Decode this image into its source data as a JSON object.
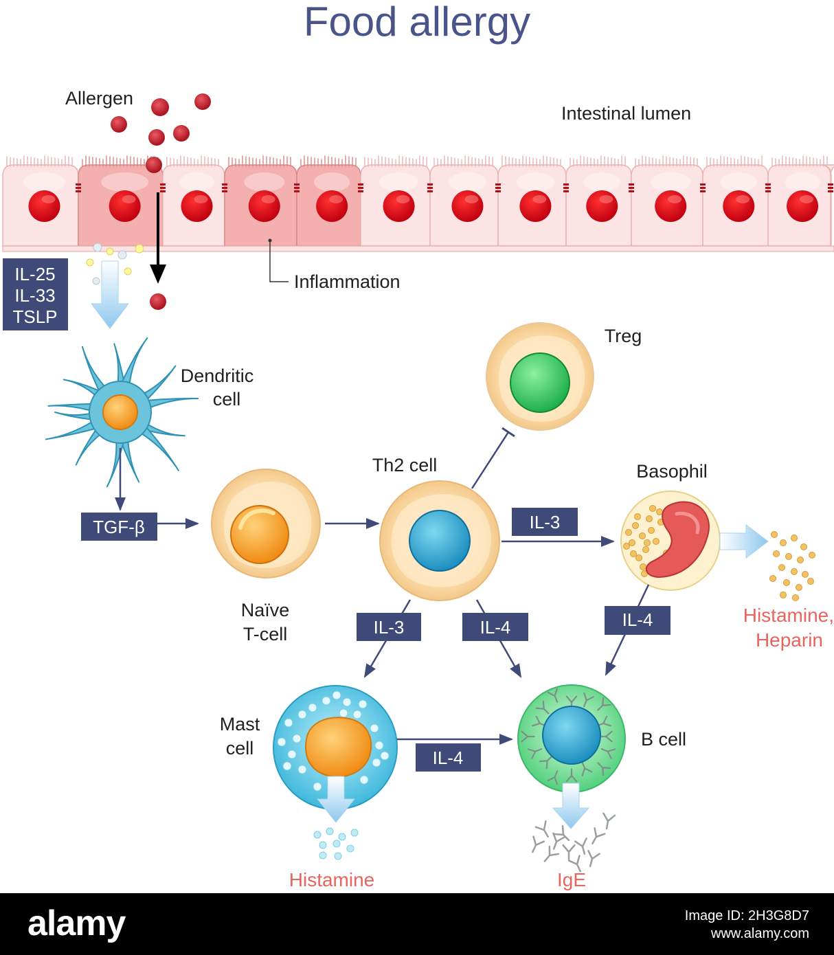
{
  "title": "Food allergy",
  "labels": {
    "allergen": "Allergen",
    "intestinal_lumen": "Intestinal lumen",
    "inflammation": "Inflammation",
    "dendritic_line1": "Dendritic",
    "dendritic_line2": "cell",
    "treg": "Treg",
    "th2": "Th2 cell",
    "basophil": "Basophil",
    "naive_line1": "Naïve",
    "naive_line2": "T-cell",
    "mast_line1": "Mast",
    "mast_line2": "cell",
    "bcell": "B cell"
  },
  "boxes": {
    "cytokines": [
      "IL-25",
      "IL-33",
      "TSLP"
    ],
    "tgf": "TGF-β",
    "il3_top": "IL-3",
    "il3_left": "IL-3",
    "il4_mid": "IL-4",
    "il4_right": "IL-4",
    "il4_bottom": "IL-4"
  },
  "products": {
    "histamine_heparin_line1": "Histamine,",
    "histamine_heparin_line2": "Heparin",
    "histamine": "Histamine",
    "ige": "IgE"
  },
  "watermark": {
    "logo": "alamy",
    "image_id_label": "Image ID: 2H3G8D7",
    "site": "www.alamy.com"
  },
  "colors": {
    "title": "#4a5488",
    "label_box": "#3f4a78",
    "product_text": "#e8645e",
    "epithelium": "#fde4e4",
    "inflamed_epithelium": "#f4b0ae",
    "nucleus": "#e30613"
  }
}
